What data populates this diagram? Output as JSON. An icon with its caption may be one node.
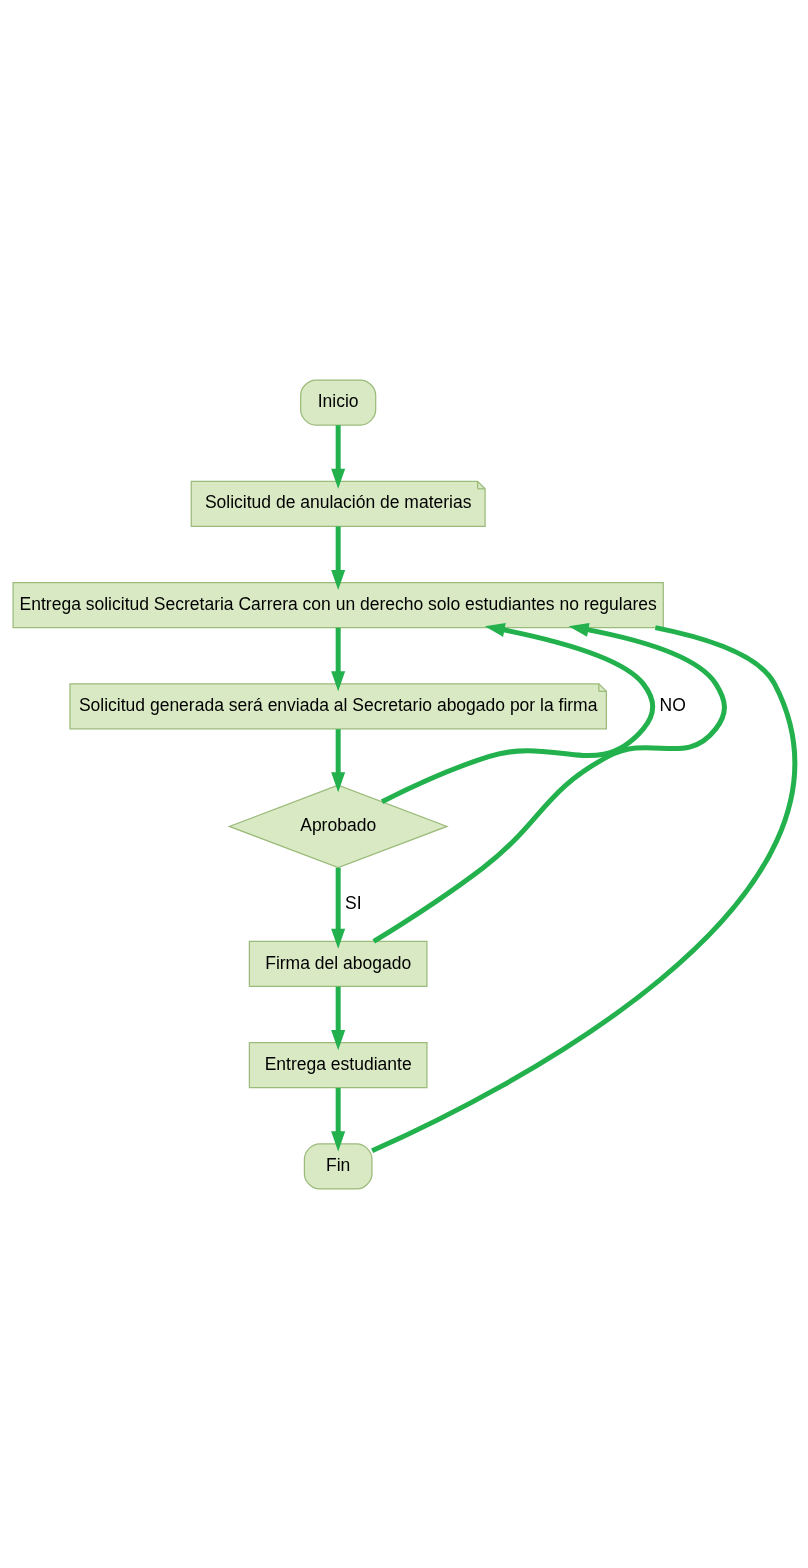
{
  "diagram": {
    "nodes": [
      {
        "text": [
          "Inicio"
        ]
      },
      {
        "text": [
          "Solicitud de anulación de materias"
        ]
      },
      {
        "text": [
          "Entrega solicitud Secretaria Carrera con un derecho solo estudiantes no regulares"
        ]
      },
      {
        "text": [
          "Solicitud generada será enviada al Secretario abogado por la firma"
        ]
      },
      {
        "text": [
          "Aprobado"
        ]
      },
      {
        "text": [
          "Firma del abogado"
        ]
      },
      {
        "text": [
          "Entrega estudiante"
        ]
      },
      {
        "text": [
          "Fin"
        ]
      }
    ],
    "edges": [
      {
        "from": 0,
        "to": 1,
        "arrow": "to"
      },
      {
        "from": 1,
        "to": 2,
        "arrow": "to"
      },
      {
        "from": 2,
        "to": 3,
        "arrow": "to"
      },
      {
        "from": 3,
        "to": 4,
        "arrow": "to"
      },
      {
        "from": 4,
        "to": 2,
        "arrow": "to",
        "label": "NO"
      },
      {
        "from": 4,
        "to": 5,
        "arrow": "to",
        "label": "SI"
      },
      {
        "from": 5,
        "to": 2,
        "arrow": "to"
      },
      {
        "from": 5,
        "to": 6,
        "arrow": "to"
      },
      {
        "from": 6,
        "to": 7,
        "arrow": "to"
      },
      {
        "from": 7,
        "to": 2,
        "arrow": "none"
      }
    ]
  }
}
